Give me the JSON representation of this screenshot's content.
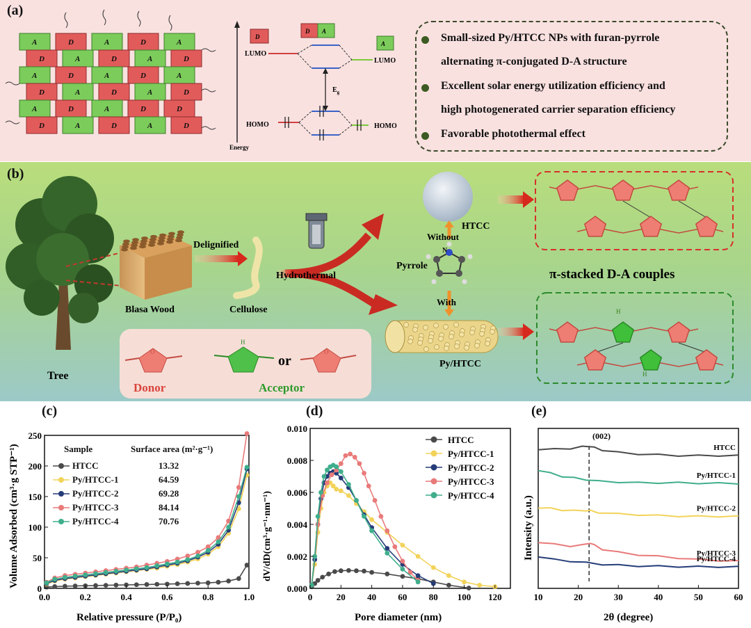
{
  "panel_labels": {
    "a": "(a)",
    "b": "(b)",
    "c": "(c)",
    "d": "(d)",
    "e": "(e)"
  },
  "panel_a": {
    "block_letters": {
      "donor": "D",
      "acceptor": "A"
    },
    "lumo_left": "LUMO",
    "lumo_right": "LUMO",
    "homo_left": "HOMO",
    "homo_right": "HOMO",
    "energy": "Energy",
    "gap": "E",
    "gap_sub": "g",
    "bullets": [
      "Small-sized Py/HTCC NPs with furan-pyrrole",
      "alternating π-conjugated D-A structure",
      "Excellent solar energy utilization efficiency and",
      "high photogenerated carrier separation efficiency",
      "Favorable photothermal effect"
    ]
  },
  "panel_b": {
    "tree": "Tree",
    "delignified": "Delignified",
    "wood": "Blasa Wood",
    "cellulose": "Cellulose",
    "hydrothermal": "Hydrothermal",
    "without": "Without",
    "with": "With",
    "pyrrole": "Pyrrole",
    "htcc": "HTCC",
    "pyhtcc": "Py/HTCC",
    "stacked": "π-stacked D-A couples",
    "donor": "Donor",
    "acceptor": "Acceptor",
    "or": "or",
    "nh": "H",
    "n_atom": "N"
  },
  "chart_data": [
    {
      "type": "scatter",
      "xlabel": "Relative pressure (P/P₀)",
      "ylabel": "Volume Adsorbed (cm³·g STP⁻¹)",
      "xlim": [
        0,
        1.0
      ],
      "ylim": [
        0,
        250
      ],
      "xticks": [
        "0.0",
        "0.2",
        "0.4",
        "0.6",
        "0.8",
        "1.0"
      ],
      "yticks": [
        "0",
        "50",
        "100",
        "150",
        "200",
        "250"
      ],
      "table_header": [
        "Sample",
        "Surface area (m²·g⁻¹)"
      ],
      "series": [
        {
          "name": "HTCC",
          "surface_area": "13.32",
          "color": "#4a4a4a",
          "x": [
            0.01,
            0.05,
            0.1,
            0.15,
            0.2,
            0.25,
            0.3,
            0.35,
            0.4,
            0.45,
            0.5,
            0.55,
            0.6,
            0.65,
            0.7,
            0.75,
            0.8,
            0.85,
            0.9,
            0.95,
            0.99
          ],
          "y": [
            2,
            3,
            3.5,
            4,
            4.3,
            4.6,
            5,
            5.3,
            5.7,
            6,
            6.3,
            6.7,
            7,
            7.5,
            8,
            8.5,
            9,
            10,
            12,
            16,
            38
          ]
        },
        {
          "name": "Py/HTCC-1",
          "surface_area": "64.59",
          "color": "#f2d35a",
          "x": [
            0.01,
            0.05,
            0.1,
            0.15,
            0.2,
            0.25,
            0.3,
            0.35,
            0.4,
            0.45,
            0.5,
            0.55,
            0.6,
            0.65,
            0.7,
            0.75,
            0.8,
            0.85,
            0.9,
            0.95,
            0.99
          ],
          "y": [
            7,
            12,
            15,
            17,
            19,
            21,
            23,
            25,
            27,
            29,
            31,
            33,
            36,
            39,
            43,
            48,
            56,
            68,
            90,
            130,
            185
          ]
        },
        {
          "name": "Py/HTCC-2",
          "surface_area": "69.28",
          "color": "#253c78",
          "x": [
            0.01,
            0.05,
            0.1,
            0.15,
            0.2,
            0.25,
            0.3,
            0.35,
            0.4,
            0.45,
            0.5,
            0.55,
            0.6,
            0.65,
            0.7,
            0.75,
            0.8,
            0.85,
            0.9,
            0.95,
            0.99
          ],
          "y": [
            8,
            13,
            16,
            18,
            20,
            22,
            24,
            26,
            28,
            30,
            32,
            35,
            38,
            41,
            45,
            51,
            59,
            72,
            95,
            140,
            195
          ]
        },
        {
          "name": "Py/HTCC-3",
          "surface_area": "84.14",
          "color": "#e97a7a",
          "x": [
            0.01,
            0.05,
            0.1,
            0.15,
            0.2,
            0.25,
            0.3,
            0.35,
            0.4,
            0.45,
            0.5,
            0.55,
            0.6,
            0.65,
            0.7,
            0.75,
            0.8,
            0.85,
            0.9,
            0.95,
            0.99
          ],
          "y": [
            10,
            17,
            21,
            23,
            25,
            27,
            29,
            31,
            33,
            35,
            38,
            41,
            44,
            48,
            53,
            59,
            68,
            83,
            110,
            165,
            253
          ]
        },
        {
          "name": "Py/HTCC-4",
          "surface_area": "70.76",
          "color": "#3fae8c",
          "x": [
            0.01,
            0.05,
            0.1,
            0.15,
            0.2,
            0.25,
            0.3,
            0.35,
            0.4,
            0.45,
            0.5,
            0.55,
            0.6,
            0.65,
            0.7,
            0.75,
            0.8,
            0.85,
            0.9,
            0.95,
            0.99
          ],
          "y": [
            9,
            15,
            18,
            20,
            22,
            24,
            26,
            28,
            30,
            32,
            34,
            37,
            40,
            43,
            47,
            53,
            62,
            76,
            100,
            150,
            198
          ]
        }
      ]
    },
    {
      "type": "line",
      "xlabel": "Pore diameter (nm)",
      "ylabel": "dV/dD(cm³·g⁻¹·nm⁻¹)",
      "xlim": [
        0,
        130
      ],
      "ylim": [
        0,
        0.01
      ],
      "xticks": [
        "0",
        "20",
        "40",
        "60",
        "80",
        "100",
        "120"
      ],
      "yticks": [
        "0.000",
        "0.002",
        "0.004",
        "0.006",
        "0.008",
        "0.010"
      ],
      "legend": "top-right",
      "series": [
        {
          "name": "HTCC",
          "color": "#4a4a4a",
          "x": [
            1,
            3,
            5,
            8,
            12,
            16,
            20,
            25,
            30,
            35,
            40,
            50,
            60,
            70,
            80,
            90,
            103
          ],
          "y": [
            0.0001,
            0.0003,
            0.0005,
            0.0007,
            0.0009,
            0.00105,
            0.0011,
            0.00112,
            0.0011,
            0.00108,
            0.001,
            0.0009,
            0.00075,
            0.0006,
            0.0004,
            0.0002,
            2e-05
          ]
        },
        {
          "name": "Py/HTCC-1",
          "color": "#f2d35a",
          "x": [
            1,
            3,
            5,
            7,
            9,
            11,
            13,
            15,
            17,
            20,
            25,
            30,
            35,
            40,
            50,
            60,
            70,
            80,
            90,
            100,
            110,
            120
          ],
          "y": [
            0.0002,
            0.0015,
            0.0035,
            0.005,
            0.006,
            0.0064,
            0.0066,
            0.0064,
            0.0062,
            0.0061,
            0.0058,
            0.0053,
            0.0048,
            0.0043,
            0.0035,
            0.0027,
            0.002,
            0.0013,
            0.0008,
            0.0004,
            0.0002,
            0.0001
          ]
        },
        {
          "name": "Py/HTCC-2",
          "color": "#253c78",
          "x": [
            1,
            3,
            5,
            7,
            9,
            11,
            13,
            15,
            17,
            20,
            25,
            30,
            35,
            40,
            50,
            60,
            70,
            80
          ],
          "y": [
            0.0002,
            0.0018,
            0.004,
            0.0056,
            0.0066,
            0.007,
            0.0072,
            0.0073,
            0.0072,
            0.0069,
            0.0063,
            0.0055,
            0.0046,
            0.0038,
            0.0025,
            0.0015,
            0.0008,
            0.0003
          ]
        },
        {
          "name": "Py/HTCC-3",
          "color": "#e97a7a",
          "x": [
            1,
            3,
            5,
            8,
            11,
            14,
            17,
            20,
            23,
            26,
            29,
            32,
            35,
            38,
            42,
            46,
            50,
            55,
            60,
            65,
            70
          ],
          "y": [
            0.0002,
            0.002,
            0.004,
            0.0058,
            0.0066,
            0.0071,
            0.0074,
            0.0078,
            0.0083,
            0.0084,
            0.0082,
            0.0078,
            0.0072,
            0.0064,
            0.0055,
            0.0045,
            0.0036,
            0.0026,
            0.0017,
            0.001,
            0.0005
          ]
        },
        {
          "name": "Py/HTCC-4",
          "color": "#3fae8c",
          "x": [
            1,
            3,
            5,
            7,
            9,
            11,
            13,
            15,
            17,
            20,
            25,
            30,
            35,
            40,
            50,
            60,
            70
          ],
          "y": [
            0.0002,
            0.002,
            0.0045,
            0.006,
            0.007,
            0.0074,
            0.0076,
            0.0077,
            0.0076,
            0.0073,
            0.0065,
            0.0055,
            0.0045,
            0.0036,
            0.0022,
            0.0012,
            0.0004
          ]
        }
      ]
    },
    {
      "type": "line",
      "xlabel": "2θ (degree)",
      "ylabel": "Intensity (a.u.)",
      "xlim": [
        10,
        60
      ],
      "xticks": [
        "10",
        "20",
        "30",
        "40",
        "50",
        "60"
      ],
      "annotation": "(002)",
      "annotation_x": 22.7,
      "series": [
        {
          "name": "HTCC",
          "color": "#4a4a4a",
          "x": [
            10,
            14,
            18,
            21,
            22.5,
            24,
            26,
            30,
            35,
            40,
            45,
            50,
            55,
            60
          ],
          "y": [
            0.87,
            0.87,
            0.875,
            0.885,
            0.89,
            0.88,
            0.865,
            0.85,
            0.84,
            0.835,
            0.83,
            0.83,
            0.83,
            0.83
          ]
        },
        {
          "name": "Py/HTCC-1",
          "color": "#3fae8c",
          "x": [
            10,
            13,
            16,
            19,
            22,
            25,
            30,
            35,
            40,
            45,
            50,
            55,
            60
          ],
          "y": [
            0.74,
            0.72,
            0.7,
            0.69,
            0.68,
            0.67,
            0.665,
            0.66,
            0.66,
            0.66,
            0.658,
            0.657,
            0.656
          ]
        },
        {
          "name": "Py/HTCC-2",
          "color": "#f2d35a",
          "x": [
            10,
            13,
            16,
            19,
            22,
            23,
            25,
            30,
            35,
            40,
            45,
            50,
            55,
            60
          ],
          "y": [
            0.505,
            0.5,
            0.49,
            0.485,
            0.488,
            0.485,
            0.475,
            0.465,
            0.46,
            0.455,
            0.452,
            0.45,
            0.45,
            0.45
          ]
        },
        {
          "name": "Py/HTCC-3",
          "color": "#e97a7a",
          "x": [
            10,
            14,
            18,
            21,
            23,
            24,
            26,
            30,
            35,
            40,
            45,
            50,
            55,
            60
          ],
          "y": [
            0.29,
            0.275,
            0.265,
            0.27,
            0.285,
            0.27,
            0.245,
            0.225,
            0.21,
            0.2,
            0.19,
            0.18,
            0.175,
            0.17
          ]
        },
        {
          "name": "Py/HTCC-4",
          "color": "#253c78",
          "x": [
            10,
            14,
            18,
            22,
            26,
            30,
            35,
            40,
            45,
            50,
            55,
            60
          ],
          "y": [
            0.2,
            0.18,
            0.17,
            0.16,
            0.15,
            0.145,
            0.14,
            0.138,
            0.136,
            0.135,
            0.135,
            0.134
          ]
        }
      ]
    }
  ]
}
